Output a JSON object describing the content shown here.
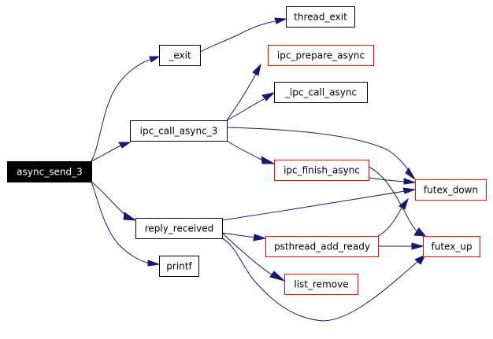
{
  "graph": {
    "colors": {
      "background": "#ffffff",
      "edge": "#191970",
      "root_fill": "#000000",
      "root_text": "#ffffff",
      "linked_border": "#ff0000",
      "plain_border": "#000000",
      "node_fill": "#ffffff",
      "node_text": "#000000"
    },
    "nodes": [
      {
        "id": "async_send_3",
        "label": "async_send_3",
        "style": "root"
      },
      {
        "id": "_exit",
        "label": "_exit",
        "style": "plain"
      },
      {
        "id": "thread_exit",
        "label": "thread_exit",
        "style": "plain"
      },
      {
        "id": "ipc_prepare_async",
        "label": "ipc_prepare_async",
        "style": "linked"
      },
      {
        "id": "_ipc_call_async",
        "label": "_ipc_call_async",
        "style": "plain"
      },
      {
        "id": "ipc_call_async_3",
        "label": "ipc_call_async_3",
        "style": "plain"
      },
      {
        "id": "ipc_finish_async",
        "label": "ipc_finish_async",
        "style": "linked"
      },
      {
        "id": "futex_down",
        "label": "futex_down",
        "style": "linked"
      },
      {
        "id": "reply_received",
        "label": "reply_received",
        "style": "plain"
      },
      {
        "id": "psthread_add_ready",
        "label": "psthread_add_ready",
        "style": "linked"
      },
      {
        "id": "futex_up",
        "label": "futex_up",
        "style": "linked"
      },
      {
        "id": "printf",
        "label": "printf",
        "style": "plain"
      },
      {
        "id": "list_remove",
        "label": "list_remove",
        "style": "linked"
      }
    ],
    "edges": [
      {
        "from": "async_send_3",
        "to": "_exit"
      },
      {
        "from": "async_send_3",
        "to": "ipc_call_async_3"
      },
      {
        "from": "async_send_3",
        "to": "reply_received"
      },
      {
        "from": "async_send_3",
        "to": "printf"
      },
      {
        "from": "_exit",
        "to": "thread_exit"
      },
      {
        "from": "ipc_call_async_3",
        "to": "ipc_prepare_async"
      },
      {
        "from": "ipc_call_async_3",
        "to": "_ipc_call_async"
      },
      {
        "from": "ipc_call_async_3",
        "to": "ipc_finish_async"
      },
      {
        "from": "ipc_call_async_3",
        "to": "futex_down"
      },
      {
        "from": "ipc_finish_async",
        "to": "futex_down"
      },
      {
        "from": "ipc_finish_async",
        "to": "futex_up"
      },
      {
        "from": "reply_received",
        "to": "futex_down"
      },
      {
        "from": "reply_received",
        "to": "psthread_add_ready"
      },
      {
        "from": "reply_received",
        "to": "list_remove"
      },
      {
        "from": "reply_received",
        "to": "futex_up"
      },
      {
        "from": "psthread_add_ready",
        "to": "futex_down"
      },
      {
        "from": "psthread_add_ready",
        "to": "futex_up"
      }
    ]
  }
}
